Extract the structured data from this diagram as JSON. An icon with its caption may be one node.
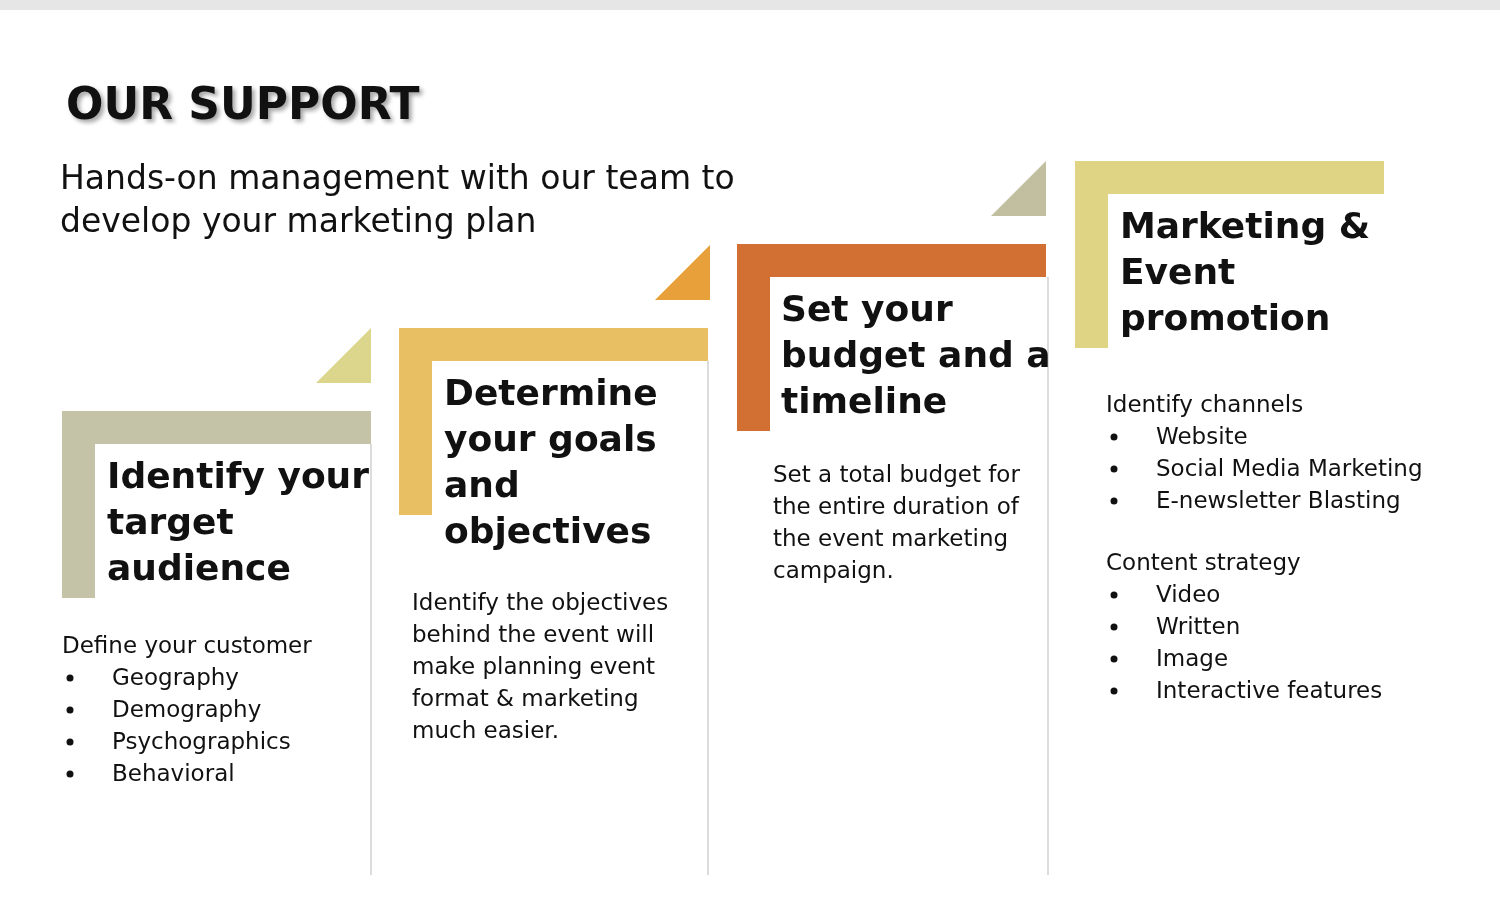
{
  "diagram": {
    "title": "OUR SUPPORT",
    "nodes": [
      {
        "text": [
          "Identify your target audience",
          "Define your customer",
          "Geography",
          "Demography",
          "Psychographics",
          "Behavioral"
        ]
      },
      {
        "text": [
          "Determine your goals and objectives",
          "Identify the objectives behind the event will make planning event format & marketing much easier."
        ]
      },
      {
        "text": [
          "Set your budget and a timeline",
          "Set a total budget for the entire duration of the event marketing campaign."
        ]
      },
      {
        "text": [
          "Marketing & Event promotion",
          "Identify channels",
          "Website",
          "Social Media Marketing",
          "E-newsletter Blasting",
          "Content strategy",
          "Video",
          "Written",
          "Image",
          "Interactive features"
        ]
      }
    ],
    "labels": [
      "Hands-on management with our team to develop your marketing plan"
    ]
  }
}
